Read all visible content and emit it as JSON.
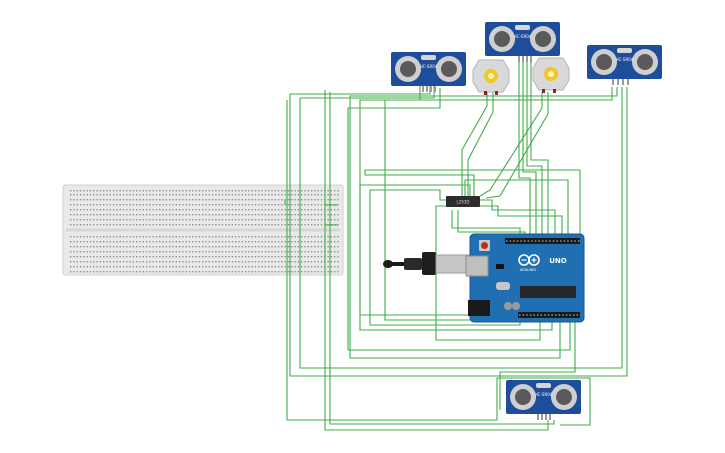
{
  "canvas": {
    "background": "#ffffff"
  },
  "colors": {
    "wire": "#3fae49",
    "sensor_board": "#1e4d9b",
    "sensor_ring": "#cfcfcf",
    "arduino_board": "#1f6fb2",
    "breadboard": "#e9e9e9",
    "motor_body": "#d9d9d9",
    "motor_shaft": "#f3c623"
  },
  "components": {
    "sensors": [
      {
        "name": "sensor-left",
        "label": "HC-SR04"
      },
      {
        "name": "sensor-top",
        "label": "HC-SR04"
      },
      {
        "name": "sensor-right",
        "label": "HC-SR04"
      },
      {
        "name": "sensor-bottom",
        "label": "HC-SR04"
      }
    ],
    "motors": [
      {
        "name": "motor-left"
      },
      {
        "name": "motor-right"
      }
    ],
    "driver": {
      "label": "L293D"
    },
    "arduino": {
      "brand": "ARDUINO",
      "model": "UNO"
    }
  }
}
